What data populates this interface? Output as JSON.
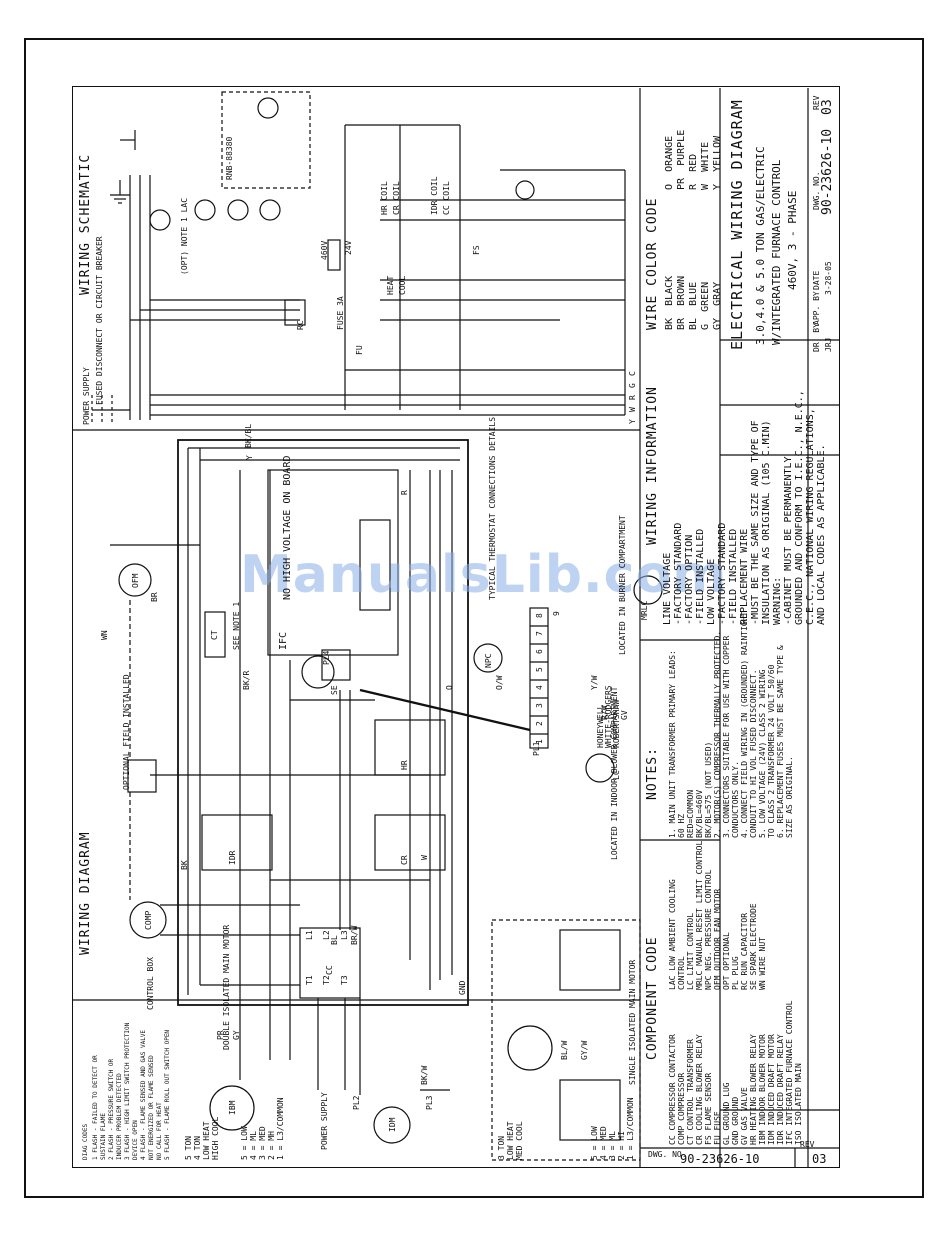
{
  "watermark": "ManualsLib.com",
  "section_titles": {
    "wiring_diagram": "WIRING DIAGRAM",
    "wiring_schematic": "WIRING SCHEMATIC",
    "component_code": "COMPONENT CODE",
    "notes": "NOTES:",
    "wiring_information": "WIRING INFORMATION",
    "wire_color_code": "WIRE COLOR CODE"
  },
  "title_block": {
    "title": "ELECTRICAL WIRING DIAGRAM",
    "subtitle_1": "3.0,4.0 & 5.0 TON GAS/ELECTRIC",
    "subtitle_2": "W/INTEGRATED FURNACE CONTROL",
    "subtitle_3": "460V, 3 - PHASE",
    "dr_by_label": "DR. BY",
    "dr_by": "JRJ",
    "app_by_label": "APP. BY",
    "date_label": "DATE",
    "date": "3-28-05",
    "dwg_no_label": "DWG. NO.",
    "dwg_no": "90-23626-10",
    "rev_label": "REV",
    "rev": "03"
  },
  "bottom_block": {
    "dwg_label": "DWG. NO.",
    "dwg_no": "90-23626-10",
    "rev_label": "REV",
    "rev": "03"
  },
  "wire_colors": [
    {
      "code": "BK",
      "name": "BLACK"
    },
    {
      "code": "BR",
      "name": "BROWN"
    },
    {
      "code": "BL",
      "name": "BLUE"
    },
    {
      "code": "G",
      "name": "GREEN"
    },
    {
      "code": "GY",
      "name": "GRAY"
    },
    {
      "code": "O",
      "name": "ORANGE"
    },
    {
      "code": "PR",
      "name": "PURPLE"
    },
    {
      "code": "R",
      "name": "RED"
    },
    {
      "code": "W",
      "name": "WHITE"
    },
    {
      "code": "Y",
      "name": "YELLOW"
    }
  ],
  "wiring_information": [
    "LINE VOLTAGE",
    "-FACTORY STANDARD",
    "-FACTORY OPTION",
    "-FIELD INSTALLED",
    "LOW VOLTAGE",
    "-FACTORY STANDARD",
    "-FIELD INSTALLED",
    "REPLACEMENT WIRE",
    "-MUST BE THE SAME SIZE AND TYPE OF",
    " INSULATION AS ORIGINAL (105 C.MIN)",
    "WARNING:",
    "-CABINET MUST BE PERMANENTLY",
    " GROUNDED AND CONFORM TO I.E.C., N.E.C.,",
    " C.E.C., NATIONAL WIRING REGULATIONS,",
    " AND LOCAL CODES AS APPLICABLE."
  ],
  "notes": [
    "1. MAIN UNIT TRANSFORMER PRIMARY LEADS:",
    "   60 HZ",
    "   RED=COMMON",
    "   BK/BL=460V",
    "   BK/BL=575 (NOT USED)",
    "2. MOTOR(S) COMPRESSOR THERMALLY PROTECTED.",
    "3. CONNECTORS SUITABLE FOR USE WITH COPPER",
    "   CONDUCTORS ONLY.",
    "4. CONNECT FIELD WIRING IN (GROUNDED) RAINTIGHT",
    "   CONDUIT TO HI VOL FUSED DISCONNECT.",
    "5. LOW VOLTAGE (24V) CLASS 2 WIRING",
    "   TO CLASS 2 TRANSFORMER 24 VOLT 50/60",
    "6. REPLACEMENT FUSES MUST BE SAME TYPE &",
    "   SIZE AS ORIGINAL."
  ],
  "component_code": [
    "CC   COMPRESSOR CONTACTOR",
    "COMP COMPRESSOR",
    "CT   CONTROL TRANSFORMER",
    "CR   COOLING BLOWER RELAY",
    "FS   FLAME SENSOR",
    "FU   FUSE",
    "GL   GROUND LUG",
    "GND  GROUND",
    "GV   GAS VALVE",
    "HR   HEATING BLOWER RELAY",
    "IBM  INDOOR BLOWER MOTOR",
    "IDM  INDUCED DRAFT MOTOR",
    "IDR  INDUCED DRAFT RELAY",
    "IFC  INTEGRATED FURNACE CONTROL",
    "ISO  ISOLATED MAIN"
  ],
  "component_code_2": [
    "LAC  LOW AMBIENT COOLING",
    "     CONTROL",
    "LC   LIMIT CONTROL",
    "MRLC MANUAL RESET LIMIT CONTROL",
    "NPC  NEG. PRESSURE CONTROL",
    "OFM  OUTDOOR FAN MOTOR",
    "OPT  OPTIONAL",
    "PL   PLUG",
    "RC   RUN CAPACITOR",
    "SE   SPARK ELECTRODE",
    "WN   WIRE NUT"
  ],
  "diag_codes": [
    "DIAG CODES",
    "1 FLASH - FAILED TO DETECT OR",
    "  SUSTAIN FLAME",
    "2 FLASH - PRESSURE SWITCH OR",
    "  INDUCER PROBLEM DETECTED",
    "3 FLASH - HIGH LIMIT SWITCH PROTECTION",
    "  DEVICE OPEN",
    "4 FLASH - FLAME SENSED AND GAS VALVE",
    "  NOT ENERGIZED OR FLAME SENSED",
    "  NO CALL FOR HEAT",
    "5 FLASH - FLAME ROLL OUT SWITCH OPEN"
  ],
  "motor_speed_taps": [
    "5 TON",
    "4 TON",
    "LOW HEAT",
    "HIGH COOL",
    "5 = LOW",
    "4 = ML",
    "3 = MED",
    "2 = MH",
    "1 = L3/COMMON"
  ],
  "motor_speed_taps_3ton": [
    "3 TON",
    "LOW HEAT",
    "MED COOL",
    "5 = LOW",
    "4 = MED",
    "3 = ML",
    "2 = HI",
    "1 = L3/COMMON"
  ],
  "labels": {
    "control_box": "CONTROL BOX",
    "double_isolated_main_motor": "DOUBLE ISOLATED MAIN MOTOR",
    "single_isolated_main_motor": "SINGLE ISOLATED MAIN MOTOR",
    "power_supply": "POWER SUPPLY",
    "power_supply_schematic": "POWER SUPPLY",
    "fused_disconnect": "FUSED DISCONNECT OR CIRCUIT BREAKER",
    "optional_field_installed": "OPTIONAL FIELD INSTALLED",
    "see_note_1": "SEE NOTE 1",
    "no_high_voltage_on_board": "NO HIGH VOLTAGE ON BOARD",
    "typical_thermostat": "TYPICAL THERMOSTAT CONNECTIONS DETAILS",
    "located_in_blower": "LOCATED IN INDOOR BLOWER COMPARTMENT",
    "located_in_burner": "LOCATED IN BURNER COMPARTMENT",
    "honeywell": "HONEYWELL",
    "white_rodgers": "WHITE-RODGERS",
    "robertshaw": "ROBERTSHAW",
    "ifc": "IFC",
    "ibm": "IBM",
    "idm": "IDM",
    "ofm": "OFM",
    "comp": "COMP",
    "ct": "CT",
    "cc": "CC",
    "idr": "IDR",
    "hr": "HR",
    "cr": "CR",
    "pl1": "PL1",
    "pl2": "PL2",
    "pl3": "PL3",
    "pl4": "PL4",
    "mrlc": "MRLC",
    "lc": "LC",
    "npc": "NPC",
    "gv": "GV",
    "gnd": "GND",
    "wn": "WN",
    "se": "SE",
    "fu": "FU",
    "fs": "FS",
    "rc": "RC",
    "lac_opt": "(OPT) NOTE 1 LAC",
    "ibm_880": "RNB-88380",
    "schem_460v": "460V",
    "schem_24v": "24V",
    "schem_fuse": "FUSE 3A",
    "schem_heat": "HEAT",
    "schem_cool": "COOL",
    "schem_hr_coil": "HR COIL",
    "schem_cr_coil": "CR COIL",
    "schem_idr_coil": "IDR COIL",
    "schem_cc_coil": "CC COIL"
  },
  "wire_tags": [
    "BK",
    "BR",
    "R",
    "Y",
    "BL",
    "W",
    "O",
    "PR",
    "GY",
    "BK/W",
    "BK/R",
    "BR/W",
    "R/W",
    "BL/W",
    "O/W",
    "Y/W",
    "BK/BL",
    "GY/W"
  ],
  "terminal_numbers": [
    "1",
    "2",
    "3",
    "4",
    "5",
    "6",
    "7",
    "8",
    "9"
  ],
  "terminal_letters": [
    "R",
    "W",
    "Y",
    "G",
    "C"
  ],
  "line_labels": [
    "L1",
    "L2",
    "L3",
    "T1",
    "T2",
    "T3"
  ]
}
